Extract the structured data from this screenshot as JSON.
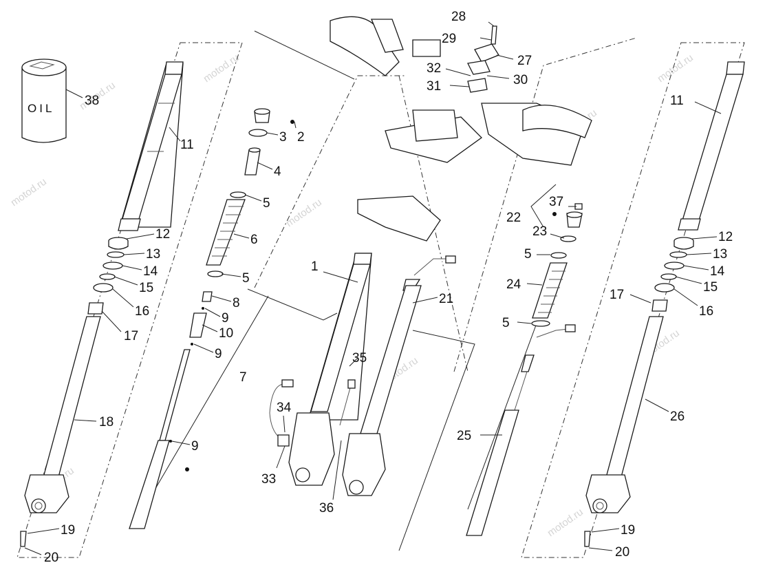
{
  "watermark": "motod.ru",
  "oil_label": "OIL",
  "callouts": {
    "c1": "1",
    "c2": "2",
    "c3": "3",
    "c4": "4",
    "c5a": "5",
    "c5b": "5",
    "c5c": "5",
    "c5d": "5",
    "c6": "6",
    "c7": "7",
    "c8": "8",
    "c9a": "9",
    "c9b": "9",
    "c9c": "9",
    "c10": "10",
    "c11a": "11",
    "c11b": "11",
    "c12a": "12",
    "c12b": "12",
    "c13a": "13",
    "c13b": "13",
    "c14a": "14",
    "c14b": "14",
    "c15a": "15",
    "c15b": "15",
    "c16a": "16",
    "c16b": "16",
    "c17a": "17",
    "c17b": "17",
    "c18": "18",
    "c19a": "19",
    "c19b": "19",
    "c20a": "20",
    "c20b": "20",
    "c21": "21",
    "c22": "22",
    "c23": "23",
    "c24": "24",
    "c25": "25",
    "c26": "26",
    "c27": "27",
    "c28": "28",
    "c29": "29",
    "c30": "30",
    "c31": "31",
    "c32": "32",
    "c33": "33",
    "c34": "34",
    "c35": "35",
    "c36": "36",
    "c37": "37",
    "c38": "38"
  }
}
